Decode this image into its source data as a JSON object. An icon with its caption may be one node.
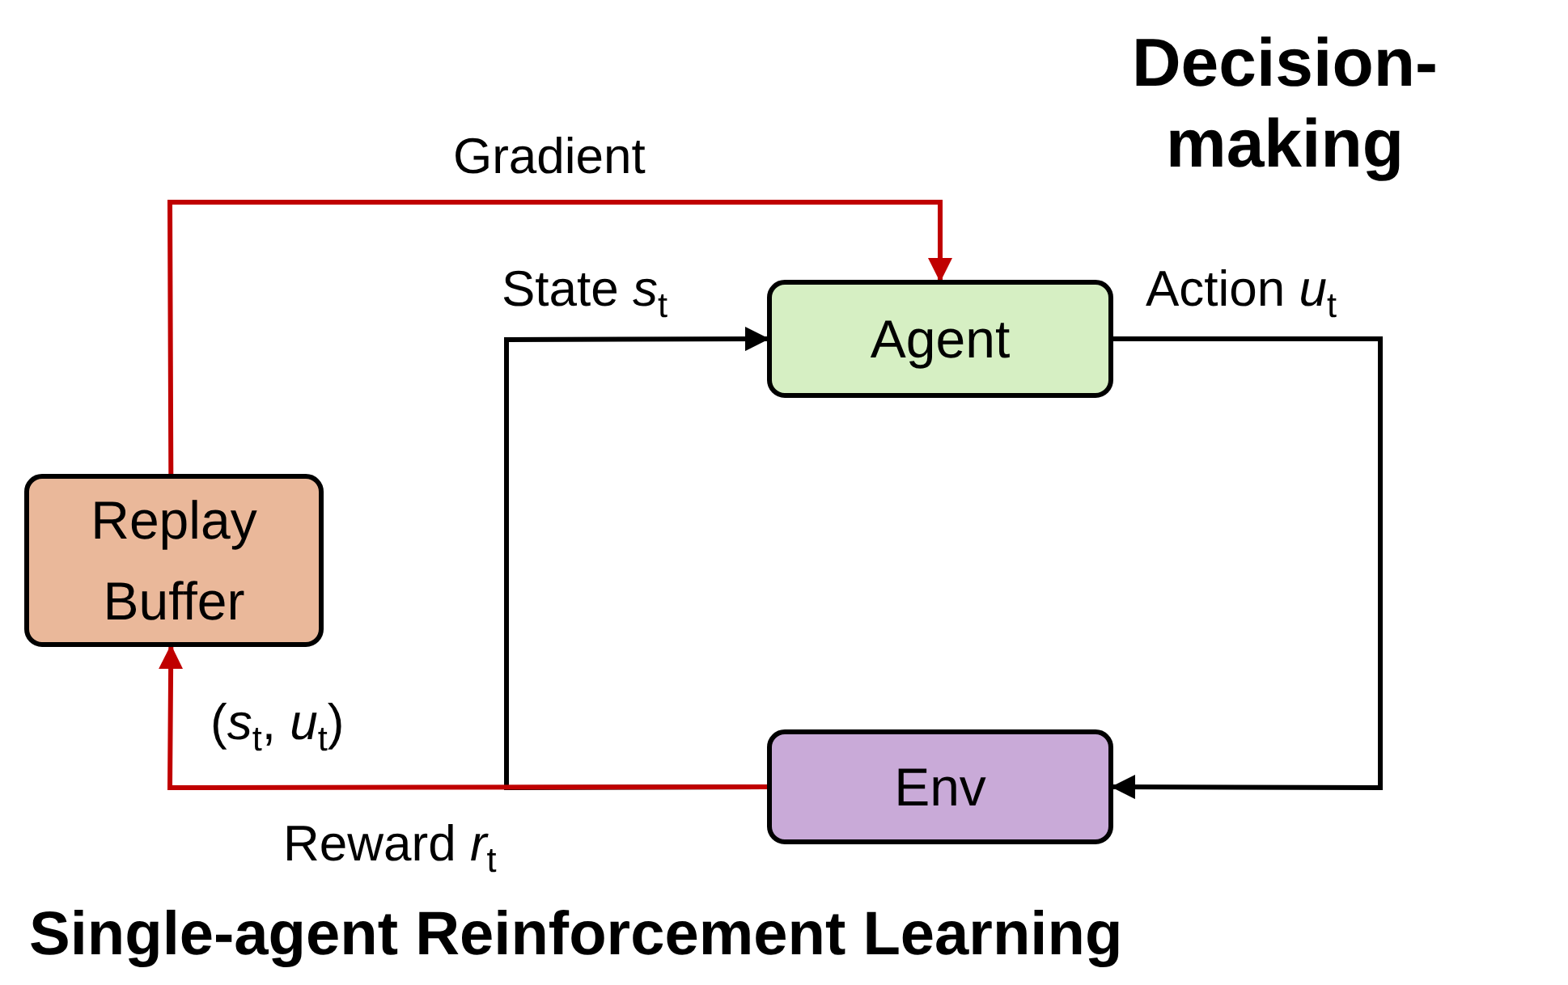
{
  "diagram": {
    "title": "Decision-making",
    "caption": "Single-agent Reinforcement Learning",
    "nodes": [
      {
        "text": [
          "Agent"
        ]
      },
      {
        "text": [
          "Env"
        ]
      },
      {
        "text": [
          "Replay Buffer"
        ]
      }
    ],
    "edges": [
      {
        "from": 0,
        "to": 1,
        "arrow": "to",
        "label": "Action *u*$_{t}$"
      },
      {
        "from": 1,
        "to": 0,
        "arrow": "to",
        "label": "State *s*$_{t}$"
      },
      {
        "from": 1,
        "to": 2,
        "arrow": "to",
        "label": "(*s*$_{t}$, *u*$_{t}$)",
        "color": "#c00000"
      },
      {
        "from": 2,
        "to": 0,
        "arrow": "to",
        "label": "Gradient",
        "color": "#c00000"
      }
    ],
    "labels": [
      "Reward *r*$_{t}$"
    ]
  }
}
